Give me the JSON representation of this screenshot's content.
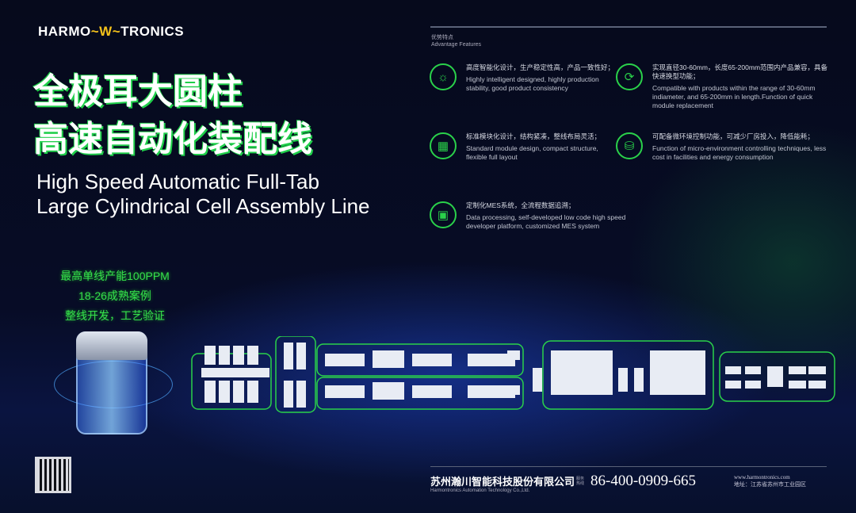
{
  "brand": {
    "logo_left": "HARMO",
    "logo_mark": "~W~",
    "logo_right": "TRONICS"
  },
  "title": {
    "cn_line1": "全极耳大圆柱",
    "cn_line2": "高速自动化装配线",
    "en_line1": "High Speed Automatic Full-Tab",
    "en_line2": "Large Cylindrical Cell Assembly Line"
  },
  "taglines": [
    "最高单线产能100PPM",
    "18-26成熟案例",
    "整线开发，工艺验证"
  ],
  "features_header": {
    "cn": "优势特点",
    "en": "Advantage Features"
  },
  "features": [
    {
      "icon": "lightbulb-icon",
      "glyph": "☼",
      "cn": "高度智能化设计，生产稳定性高，产品一致性好；",
      "en": "Highly intelligent designed, highly production stability, good product consistency"
    },
    {
      "icon": "refresh-icon",
      "glyph": "⟳",
      "cn": "实现直径30-60mm，长度65-200mm范围内产品兼容，具备快速换型功能；",
      "en": "Compatible with products within the range of 30-60mm indiameter, and 65-200mm in length.Function of quick module replacement"
    },
    {
      "icon": "modules-icon",
      "glyph": "▦",
      "cn": "标准模块化设计，结构紧凑，整线布局灵活；",
      "en": "Standard module design, compact structure, flexible full layout"
    },
    {
      "icon": "database-icon",
      "glyph": "⛁",
      "cn": "可配备微环境控制功能，可减少厂房投入，降低能耗；",
      "en": "Function of micro-environment controlling techniques, less cost in facilities and energy consumption"
    },
    {
      "icon": "monitor-icon",
      "glyph": "▣",
      "cn": "定制化MES系统，全流程数据追溯；",
      "en": "Data processing, self-developed low code high speed developer platform, customized MES system"
    }
  ],
  "footer": {
    "company_cn": "苏州瀚川智能科技股份有限公司",
    "company_en": "Harmontronics Automation Technology Co.,Ltd.",
    "hotline_label": "服务热线",
    "phone": "86-400-0909-665",
    "website": "www.harmontronics.com",
    "address": "地址：江苏省苏州市工业园区"
  }
}
